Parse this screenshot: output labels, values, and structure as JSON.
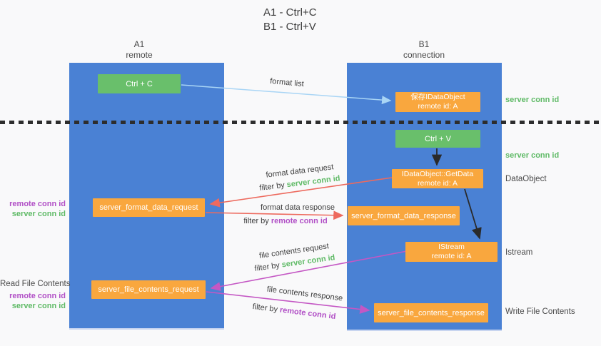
{
  "title": {
    "line1": "A1 - Ctrl+C",
    "line2": "B1 - Ctrl+V"
  },
  "lifelines": {
    "left": {
      "name": "A1",
      "role": "remote"
    },
    "right": {
      "name": "B1",
      "role": "connection"
    }
  },
  "nodes": {
    "ctrl_c": {
      "label": "Ctrl + C"
    },
    "ctrl_v": {
      "label": "Ctrl + V"
    },
    "save_idataobject": {
      "line1": "保存IDataObject",
      "line2": "remote id: A"
    },
    "idataobject_getdata": {
      "line1": "IDataObject::GetData",
      "line2": "remote id: A"
    },
    "istream": {
      "line1": "IStream",
      "line2": "remote id: A"
    },
    "server_format_data_request": {
      "label": "server_format_data_request"
    },
    "server_format_data_response": {
      "label": "server_format_data_response"
    },
    "server_file_contents_request": {
      "label": "server_file_contents_request"
    },
    "server_file_contents_response": {
      "label": "server_file_contents_response"
    }
  },
  "arrow_labels": {
    "format_list": "format list",
    "format_data_request": "format data request",
    "format_data_response": "format data response",
    "file_contents_request": "file contents request",
    "file_contents_response": "file contents response",
    "filter_by": "filter by ",
    "server_conn_id": "server conn id",
    "remote_conn_id": "remote conn id"
  },
  "side_labels": {
    "left_format": {
      "remote_conn_id": "remote conn id",
      "server_conn_id": "server conn id"
    },
    "left_file": {
      "title": "Read File Contents",
      "remote_conn_id": "remote conn id",
      "server_conn_id": "server conn id"
    },
    "right": {
      "server_conn_id_top": "server conn id",
      "server_conn_id_mid": "server conn id",
      "dataobject": "DataObject",
      "istream": "Istream",
      "write_file_contents": "Write File Contents"
    }
  },
  "colors": {
    "background": "#f9f9fa",
    "lifeline_blue": "#4a81d4",
    "node_orange": "#f9a73e",
    "node_green": "#69bf6b",
    "text_green": "#5fba66",
    "text_purple": "#b14fc6",
    "arrow_red": "#ed6a5e",
    "arrow_magenta": "#c457c4",
    "arrow_blue": "#a9d5f5",
    "arrow_black": "#2a2a2a",
    "text_dark": "#3d3d3d",
    "text_gray": "#4a4a4a",
    "dotted_line": "#2d2d2d"
  }
}
